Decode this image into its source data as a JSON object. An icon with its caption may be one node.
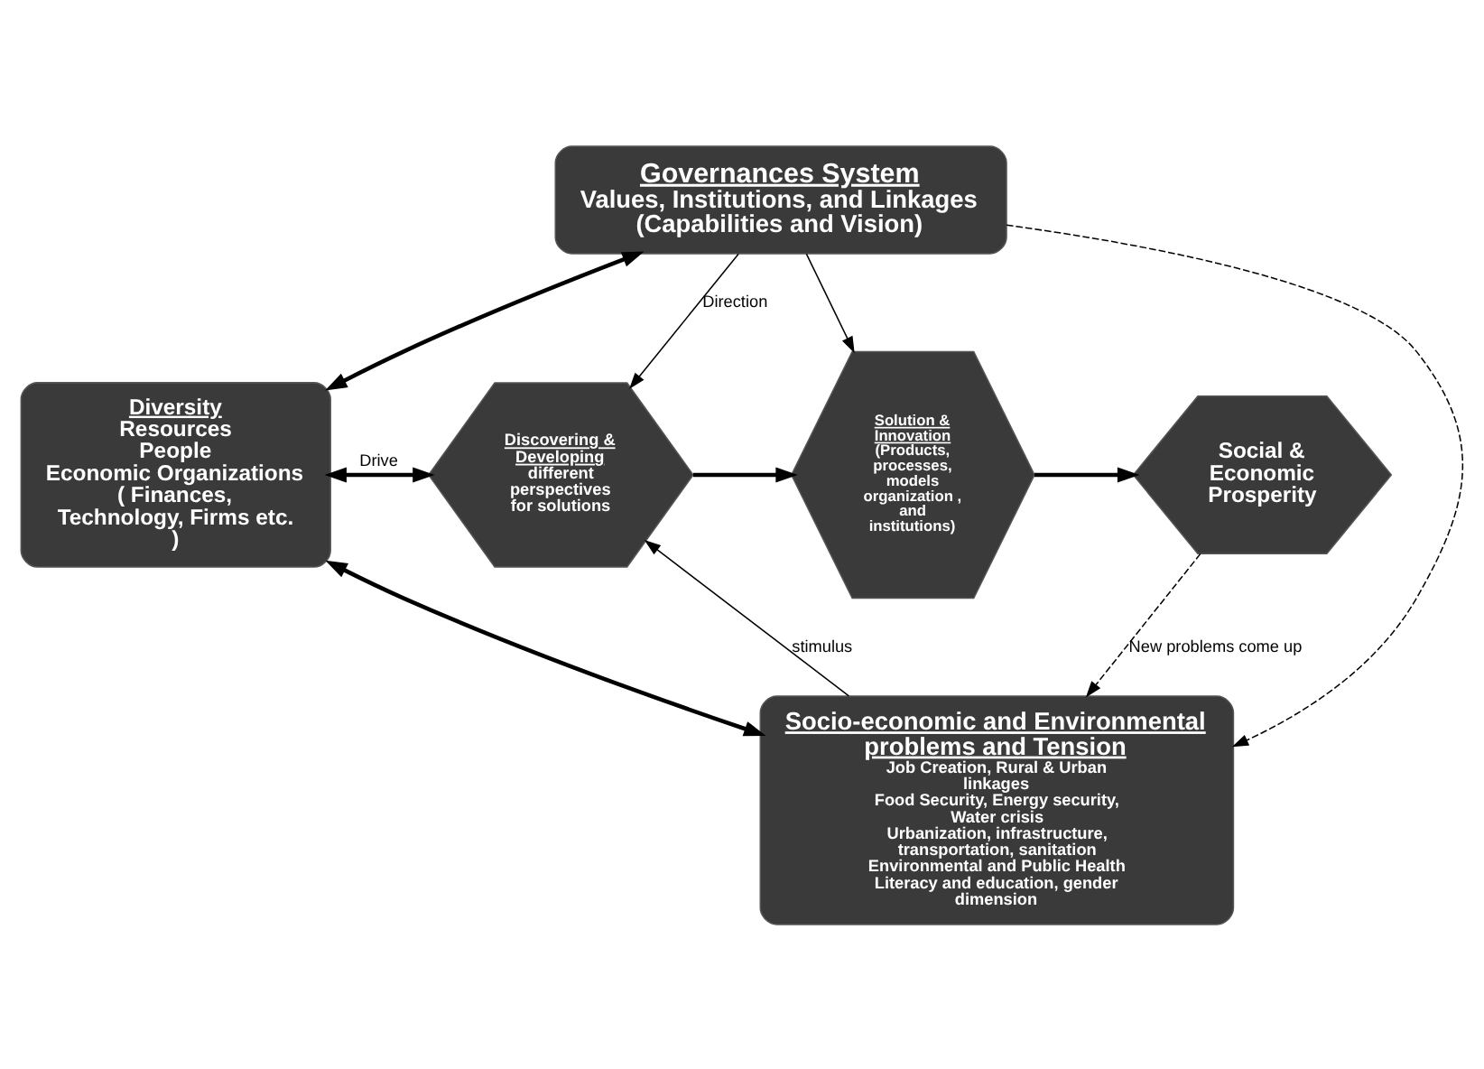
{
  "diagram": {
    "nodes": [
      {
        "text": [
          "Governances System",
          "Values, Institutions, and Linkages",
          "(Capabilities and Vision)"
        ]
      },
      {
        "text": [
          "Diversity",
          "Resources",
          "People",
          "Economic Organizations",
          "( Finances, Technology, Firms etc. )"
        ]
      },
      {
        "text": [
          "Discovering & Developing",
          "different perspectives for solutions"
        ]
      },
      {
        "text": [
          "Solution & Innovation",
          "(Products, processes, models organization , and institutions)"
        ]
      },
      {
        "text": [
          "Social & Economic Prosperity"
        ]
      },
      {
        "text": [
          "Socio-economic and Environmental problems and Tension",
          "Job Creation, Rural & Urban linkages",
          "Food Security, Energy security, Water crisis",
          "Urbanization, infrastructure, transportation, sanitation",
          "Environmental and Public Health",
          "Literacy and education, gender dimension"
        ]
      }
    ],
    "edges": [
      {
        "from": 0,
        "to": 1,
        "arrow": "both",
        "style": "thick"
      },
      {
        "from": 0,
        "to": 2,
        "arrow": "to",
        "label": "Direction"
      },
      {
        "from": 0,
        "to": 3,
        "arrow": "to"
      },
      {
        "from": 1,
        "to": 2,
        "arrow": "both",
        "style": "thick",
        "label": "Drive"
      },
      {
        "from": 2,
        "to": 3,
        "arrow": "to",
        "style": "thick"
      },
      {
        "from": 3,
        "to": 4,
        "arrow": "to",
        "style": "thick"
      },
      {
        "from": 5,
        "to": 1,
        "arrow": "both",
        "style": "thick"
      },
      {
        "from": 5,
        "to": 2,
        "arrow": "to",
        "label": "stimulus"
      },
      {
        "from": 0,
        "to": 5,
        "arrow": "to",
        "style": "dashed"
      },
      {
        "from": 4,
        "to": 5,
        "arrow": "to",
        "style": "dashed",
        "label": "New problems come up"
      }
    ]
  }
}
